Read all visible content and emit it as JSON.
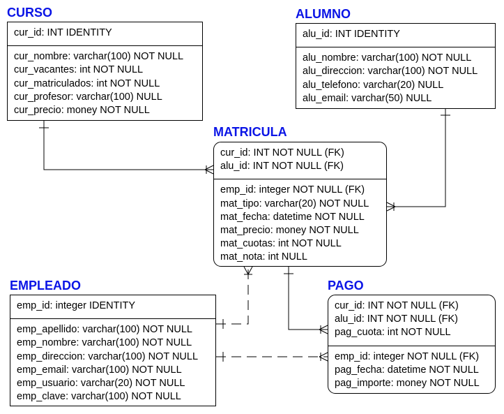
{
  "entities": {
    "curso": {
      "title": "CURSO",
      "keys": [
        "cur_id: INT IDENTITY"
      ],
      "fields": [
        "cur_nombre: varchar(100) NOT NULL",
        "cur_vacantes: int NOT NULL",
        "cur_matriculados: int NOT NULL",
        "cur_profesor: varchar(100) NULL",
        "cur_precio: money NOT NULL"
      ]
    },
    "alumno": {
      "title": "ALUMNO",
      "keys": [
        "alu_id: INT IDENTITY"
      ],
      "fields": [
        "alu_nombre: varchar(100) NOT NULL",
        "alu_direccion: varchar(100) NOT NULL",
        "alu_telefono: varchar(20) NULL",
        "alu_email: varchar(50) NULL"
      ]
    },
    "matricula": {
      "title": "MATRICULA",
      "keys": [
        "cur_id: INT NOT NULL (FK)",
        "alu_id: INT NOT NULL (FK)"
      ],
      "fields": [
        "emp_id: integer NOT NULL (FK)",
        "mat_tipo: varchar(20) NOT NULL",
        "mat_fecha: datetime NOT NULL",
        "mat_precio: money NOT NULL",
        "mat_cuotas: int NOT NULL",
        "mat_nota: int NULL"
      ]
    },
    "empleado": {
      "title": "EMPLEADO",
      "keys": [
        "emp_id: integer IDENTITY"
      ],
      "fields": [
        "emp_apellido: varchar(100) NOT NULL",
        "emp_nombre: varchar(100) NOT NULL",
        "emp_direccion: varchar(100) NOT NULL",
        "emp_email: varchar(100) NOT NULL",
        "emp_usuario: varchar(20) NOT NULL",
        "emp_clave: varchar(100) NOT NULL"
      ]
    },
    "pago": {
      "title": "PAGO",
      "keys": [
        "cur_id: INT NOT NULL (FK)",
        "alu_id: INT NOT NULL (FK)",
        "pag_cuota: int NOT NULL"
      ],
      "fields": [
        "emp_id: integer NOT NULL (FK)",
        "pag_fecha: datetime NOT NULL",
        "pag_importe: money NOT NULL"
      ]
    }
  },
  "colors": {
    "title": "#0a14e6",
    "line": "#000000"
  },
  "relationships": [
    {
      "from": "curso",
      "to": "matricula",
      "style": "solid"
    },
    {
      "from": "alumno",
      "to": "matricula",
      "style": "solid"
    },
    {
      "from": "empleado",
      "to": "matricula",
      "style": "dashed"
    },
    {
      "from": "matricula",
      "to": "pago",
      "style": "solid"
    },
    {
      "from": "empleado",
      "to": "pago",
      "style": "dashed"
    }
  ]
}
